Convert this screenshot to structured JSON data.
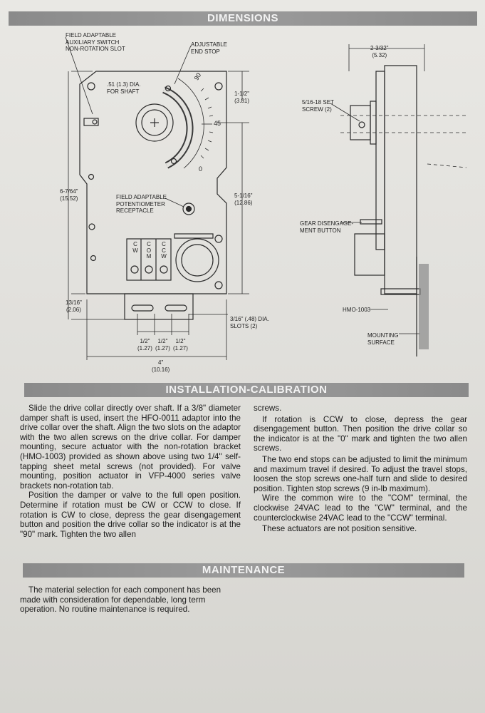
{
  "sections": {
    "dimensions": "DIMENSIONS",
    "installation": "INSTALLATION-CALIBRATION",
    "maintenance": "MAINTENANCE"
  },
  "diagram_front": {
    "field_adaptable_switch": [
      "FIELD ADAPTABLE",
      "AUXILIARY SWITCH",
      "NON-ROTATION SLOT"
    ],
    "adjustable_end_stop": [
      "ADJUSTABLE",
      "END STOP"
    ],
    "shaft_dia": [
      ".51 (1.3) DIA.",
      "FOR SHAFT"
    ],
    "dim_1_1_2": [
      "1-1/2\"",
      "(3.81)"
    ],
    "dim_6_7_64": [
      "6-7/64\"",
      "(15.52)"
    ],
    "dim_5_1_16": [
      "5-1/16\"",
      "(12.86)"
    ],
    "potentiometer": [
      "FIELD ADAPTABLE",
      "POTENTIOMETER",
      "RECEPTACLE"
    ],
    "dim_13_16": [
      "13/16\"",
      "(2.06)"
    ],
    "slots": [
      "3/16\" (.48) DIA.",
      "SLOTS (2)"
    ],
    "half_inch": [
      "1/2\"",
      "(1.27)"
    ],
    "dim_4": [
      "4\"",
      "(10.16)"
    ],
    "scale_90": "90",
    "scale_45": "45",
    "scale_0": "0",
    "terminal_cw": [
      "C",
      "W"
    ],
    "terminal_com": [
      "C",
      "O",
      "M"
    ],
    "terminal_ccw": [
      "C",
      "C",
      "W"
    ]
  },
  "diagram_side": {
    "dim_2_3_32": [
      "2-3/32\"",
      "(5.32)"
    ],
    "set_screw": [
      "5/16-18 SET",
      "SCREW (2)"
    ],
    "gear_button": [
      "GEAR DISENGAGE-",
      "MENT BUTTON"
    ],
    "bracket": "HMO-1003",
    "mounting_surface": [
      "MOUNTING",
      "SURFACE"
    ]
  },
  "installation": {
    "col1": [
      "Slide the drive collar directly over shaft. If a 3/8\" diameter damper shaft is used, insert the HFO-0011 adaptor into the drive collar over the shaft. Align the two slots on the adaptor with the two allen screws on the drive collar. For damper mounting, secure actuator with the non-rotation bracket (HMO-1003) provided as shown above using two 1/4\" self-tapping sheet metal screws (not provided). For valve mounting, position actuator in VFP-4000 series valve brackets non-rotation tab.",
      "Position the damper or valve to the full open position. Determine if rotation must be CW or CCW to close. If rotation is CW to close, depress the gear disengagement button and position the drive collar so the indicator is at the \"90\" mark. Tighten the two allen"
    ],
    "col2": [
      "screws.",
      "If rotation is CCW to close, depress the gear disengagement button. Then position the drive collar so the indicator is at the \"0\" mark and tighten the two allen screws.",
      "The two end stops can be adjusted to limit the minimum and maximum travel if desired. To adjust the travel stops, loosen the stop screws one-half turn and slide to desired position. Tighten stop screws (9 in-lb maximum).",
      "Wire the common wire to the \"COM\" terminal, the clockwise 24VAC lead to the \"CW\" terminal, and the counterclockwise 24VAC lead to the \"CCW\" terminal.",
      "These actuators are not position sensitive."
    ]
  },
  "maintenance": {
    "text": "The material selection for each component has been made with consideration for dependable, long term operation. No routine maintenance is required."
  }
}
